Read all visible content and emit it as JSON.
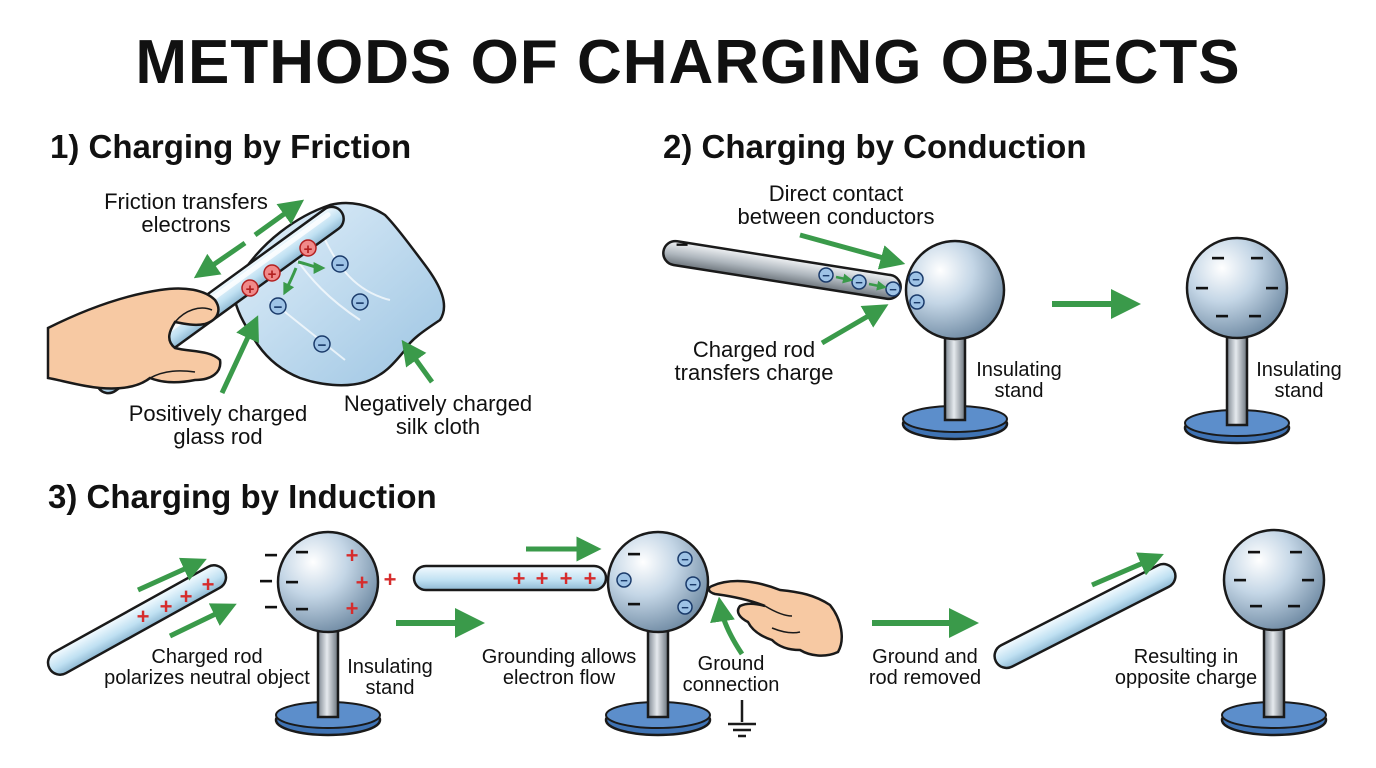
{
  "title": "METHODS OF CHARGING OBJECTS",
  "sections": {
    "friction": {
      "heading": "1) Charging by Friction",
      "label_friction_1": "Friction transfers",
      "label_friction_2": "electrons",
      "label_rod_1": "Positively charged",
      "label_rod_2": "glass rod",
      "label_cloth_1": "Negatively charged",
      "label_cloth_2": "silk cloth"
    },
    "conduction": {
      "heading": "2) Charging by Conduction",
      "label_contact_1": "Direct contact",
      "label_contact_2": "between conductors",
      "label_rod_1": "Charged rod",
      "label_rod_2": "transfers charge",
      "label_stand_1": "Insulating",
      "label_stand_2": "stand",
      "label_stand_b_1": "Insulating",
      "label_stand_b_2": "stand"
    },
    "induction": {
      "heading": "3) Charging by Induction",
      "label_polarize_1": "Charged rod",
      "label_polarize_2": "polarizes neutral object",
      "label_stand_1": "Insulating",
      "label_stand_2": "stand",
      "label_ground_1": "Grounding allows",
      "label_ground_2": "electron flow",
      "label_conn_1": "Ground",
      "label_conn_2": "connection",
      "label_removed_1": "Ground and",
      "label_removed_2": "rod removed",
      "label_result_1": "Resulting in",
      "label_result_2": "opposite charge"
    }
  },
  "symbols": {
    "plus": "+",
    "minus": "−"
  },
  "colors": {
    "arrow": "#3a9a4a",
    "positive": "#d62c2c",
    "negative": "#1a1a1a",
    "electron_fill": "#9ec3e6",
    "stand_base": "#3f73b4",
    "sphere": "#bcd0e2",
    "rod": "#cfe6f3"
  }
}
